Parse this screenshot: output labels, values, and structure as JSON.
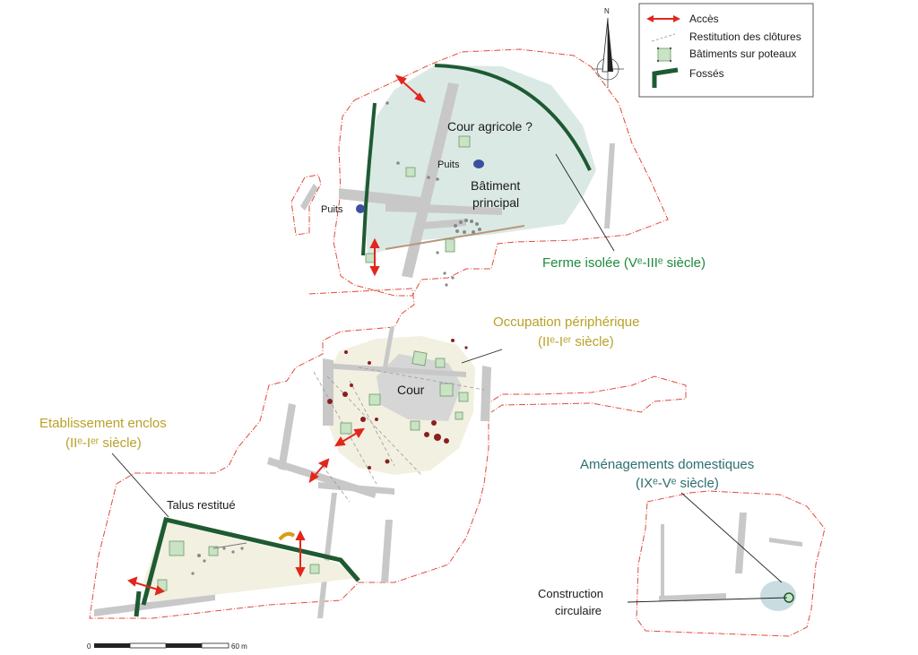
{
  "legend": {
    "items": [
      {
        "icon": "red-double-arrow",
        "label": "Accès"
      },
      {
        "icon": "dashed-gray-line",
        "label": "Restitution des clôtures"
      },
      {
        "icon": "green-square",
        "label": "Bâtiments sur poteaux"
      },
      {
        "icon": "dark-green-ditch",
        "label": "Fossés"
      }
    ]
  },
  "north": "N",
  "scale": {
    "start": "0",
    "end": "60 m"
  },
  "labels": {
    "cour_agricole": "Cour agricole ?",
    "puits_1": "Puits",
    "puits_2": "Puits",
    "batiment_line1": "Bâtiment",
    "batiment_line2": "principal",
    "ferme_isolee": "Ferme isolée (Vᵉ-IIIᵉ siècle)",
    "occupation_line1": "Occupation périphérique",
    "occupation_line2": "(IIᵉ-Iᵉʳ siècle)",
    "cour": "Cour",
    "etablissement_line1": "Etablissement enclos",
    "etablissement_line2": "(IIᵉ-Iᵉʳ siècle)",
    "talus": "Talus restitué",
    "amenagements_line1": "Aménagements domestiques",
    "amenagements_line2": "(IXᵉ-Vᵉ siècle)",
    "construction_line1": "Construction",
    "construction_line2": "circulaire"
  },
  "colors": {
    "farm_zone": "#dbe9e5",
    "peripheral_zone": "#f2f0e0",
    "court_gray": "#d6d6d6",
    "ditch_green": "#1e5a32",
    "access_red": "#e2261c",
    "excavation_boundary": "#e04b3c",
    "building_green": "#c9e3c4",
    "ferme_label": "#1e8a3c",
    "occupation_label": "#b9a128",
    "amenagements_label": "#2e6e6e",
    "well_blue": "#3a4fa0",
    "pit_red": "#8a1f1f",
    "domestic_zone": "#c9dde0"
  }
}
